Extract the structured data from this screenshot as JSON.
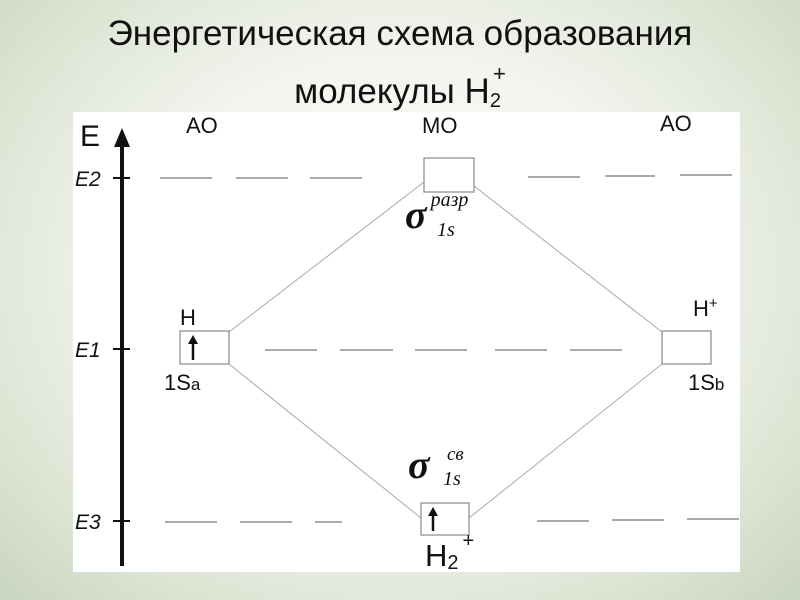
{
  "title": {
    "line1": "Энергетическая схема образования",
    "line2": "молекулы H",
    "line2_sub": "2",
    "line2_sup": "+"
  },
  "axis": {
    "label": "E",
    "levels": [
      "E2",
      "E1",
      "E3"
    ]
  },
  "columns": {
    "left": "AO",
    "middle": "MO",
    "right": "AO"
  },
  "orbitals": {
    "antibonding": {
      "symbol": "σ",
      "sub": "1s",
      "sup": "разр"
    },
    "bonding": {
      "symbol": "σ",
      "sub": "1s",
      "sup": "св"
    },
    "left": {
      "atom": "H",
      "label": "1S",
      "label_sub": "a"
    },
    "right": {
      "atom": "H",
      "atom_sup": "+",
      "label": "1S",
      "label_sub": "b"
    },
    "molecule": {
      "name": "H",
      "sub": "2",
      "sup": "+"
    }
  }
}
